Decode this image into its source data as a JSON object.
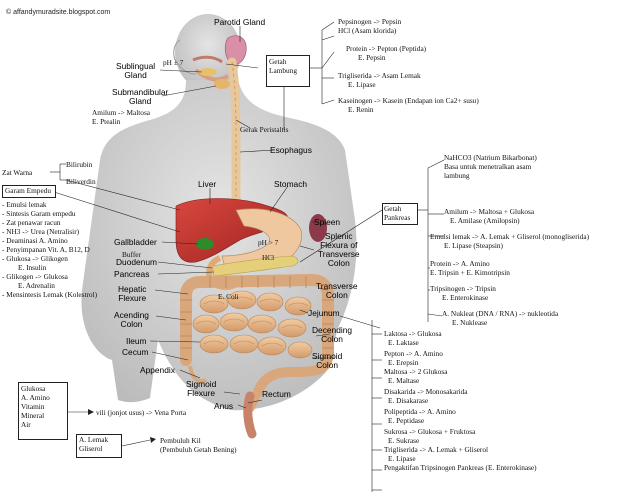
{
  "watermark": "© affandymuradsite.blogspot.com",
  "organs": {
    "parotid": "Parotid Gland",
    "sublingual": "Sublingual\nGland",
    "submandibular": "Submandibular\nGland",
    "ph_mouth": "pH ± 7",
    "gerak": "Gerak Peristaltis",
    "esophagus": "Esophagus",
    "liver": "Liver",
    "stomach": "Stomach",
    "spleen": "Spleen",
    "gallbladder": "Gallbladder",
    "duodenum": "Duodenum",
    "buffer": "Buffer",
    "pancreas": "Pancreas",
    "ph7": "pH > 7",
    "hcl": "HCl",
    "splenic": "Splenic\nFlexura of\nTransverse\nColon",
    "hepatic": "Hepatic\nFlexure",
    "transverse": "Transverse\nColon",
    "ecoli": "E. Coli",
    "jejunum": "Jejunum",
    "acending": "Acending\nColon",
    "decending": "Decending\nColon",
    "ileum": "Ileum",
    "cecum": "Cecum",
    "sigmoid_colon": "Sigmoid\nColon",
    "appendix": "Appendix",
    "sigmoid_flexure": "Sigmoid\nFlexure",
    "rectum": "Rectum",
    "anus": "Anus"
  },
  "mouth_notes": [
    "Amilum -> Maltosa",
    "E. Ptealin"
  ],
  "getah_lambung": {
    "label": "Getah\nLambung",
    "items": [
      "Pepsinogen -> Pepsin",
      "HCl (Asam klorida)",
      "Protein -> Pepton (Peptida)",
      "E. Pepsin",
      "Trigliserida -> Asam Lemak",
      "E. Lipase",
      "Kaseinogen -> Kasein (Endapan ion Ca2+ susu)",
      "E. Renin"
    ]
  },
  "zat_warna": {
    "label": "Zat Warna",
    "items": [
      "Bilirubin",
      "Biliverdin"
    ]
  },
  "garam_empedu": {
    "label": "Garam Empedu",
    "items": [
      "- Emulsi lemak",
      "- Sintesis Garam empedu",
      "- Zat penawar racun",
      "- NH3 -> Urea (Netralisir)",
      "- Deaminasi A. Amino",
      "- Penyimpanan Vit. A, B12, D",
      "- Glukosa -> Glikogen",
      "E. Insulin",
      "- Glikogen -> Glukosa",
      "E. Adrenalin",
      "- Mensintesis Lemak (Kolestrol)"
    ]
  },
  "getah_pankreas": {
    "label": "Getah\nPankreas",
    "items": [
      "NaHCO3 (Natrium Bikarbonat)",
      "Basa untuk menetralkan asam",
      "lambung",
      "Amilum -> Maltosa + Glukosa",
      "E. Amilase (Amilopsin)",
      "Emulsi lemak -> A. Lemak + Gliserol (monogliserida)",
      "E. Lipase (Steapsin)",
      "Protein -> A. Amino",
      "E. Tripsin + E. Kimotripsin",
      "Tripsinogen -> Tripsin",
      "E. Enterokinase",
      "A. Nukleat (DNA / RNA) -> nukleotida",
      "E. Nuklease"
    ]
  },
  "usus_halus": {
    "items": [
      "Laktosa -> Glukosa",
      "E. Laktase",
      "Pepton -> A. Amino",
      "E. Erepsin",
      "Maltosa -> 2 Glukosa",
      "E. Maltase",
      "Disakarida -> Monosakarida",
      "E. Disakarase",
      "Polipeptida -> A. Amino",
      "E. Peptidase",
      "Sukrosa -> Glukosa + Fruktosa",
      "E. Sukrase",
      "Trigliserida -> A. Lemak + Gliserol",
      "E. Lipase",
      "Pengaktifan Tripsinogen Pankreas (E. Enterokinase)"
    ]
  },
  "absorption_1": {
    "items": [
      "Glukosa",
      "A. Amino",
      "Vitamin",
      "Mineral",
      "Air"
    ],
    "result": "vili (jonjot usus) -> Vena Porta"
  },
  "absorption_2": {
    "items": [
      "A. Lemak",
      "Gliserol"
    ],
    "result": [
      "Pembuluh Kil",
      "(Pembuluh Getah Bening)"
    ]
  },
  "colors": {
    "skin": "#c9c9c9",
    "esophagus": "#e8c79a",
    "liver": "#c8342e",
    "gallbladder": "#2f8a2a",
    "intestine": "#e9b98c",
    "colon": "#d9a77c",
    "pancreas": "#e4cf7a",
    "parotid": "#d98fa6"
  }
}
